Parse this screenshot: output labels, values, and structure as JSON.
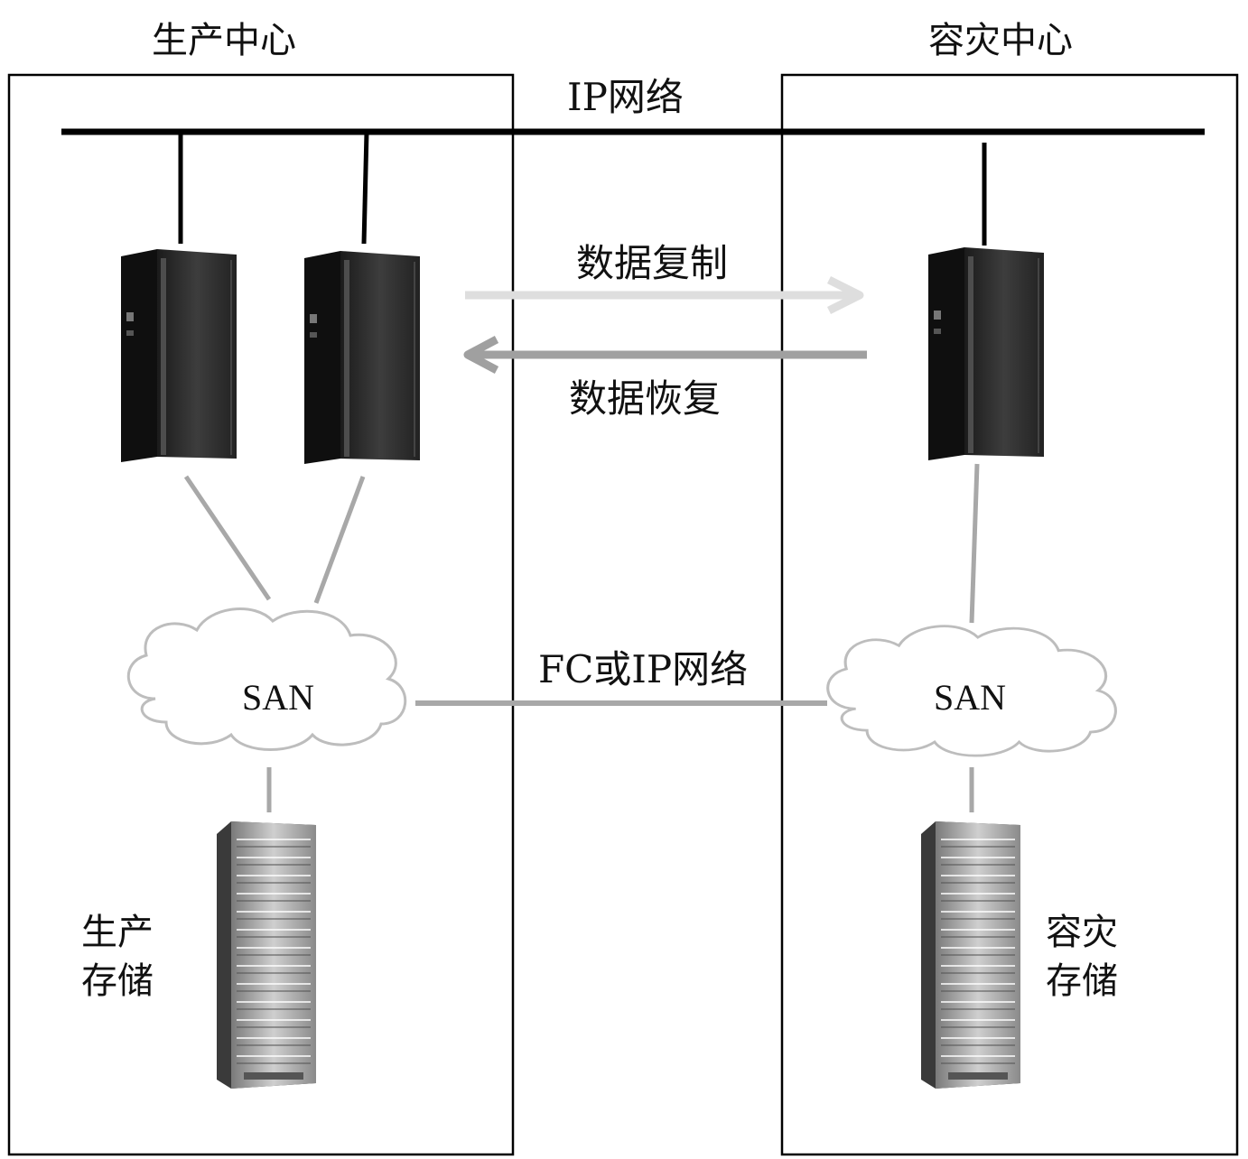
{
  "titles": {
    "production_center": "生产中心",
    "dr_center": "容灾中心"
  },
  "networks": {
    "ip_network": "IP网络",
    "fc_or_ip_network": "FC或IP网络"
  },
  "flows": {
    "replication": "数据复制",
    "recovery": "数据恢复"
  },
  "san": {
    "left": "SAN",
    "right": "SAN"
  },
  "storage": {
    "production_line1": "生产",
    "production_line2": "存储",
    "dr_line1": "容灾",
    "dr_line2": "存储"
  },
  "colors": {
    "line": "#000000",
    "link_gray": "#a8a8a8",
    "arrow_light": "#dedede",
    "arrow_dark": "#a0a0a0",
    "server_dark": "#2a2a2a"
  }
}
